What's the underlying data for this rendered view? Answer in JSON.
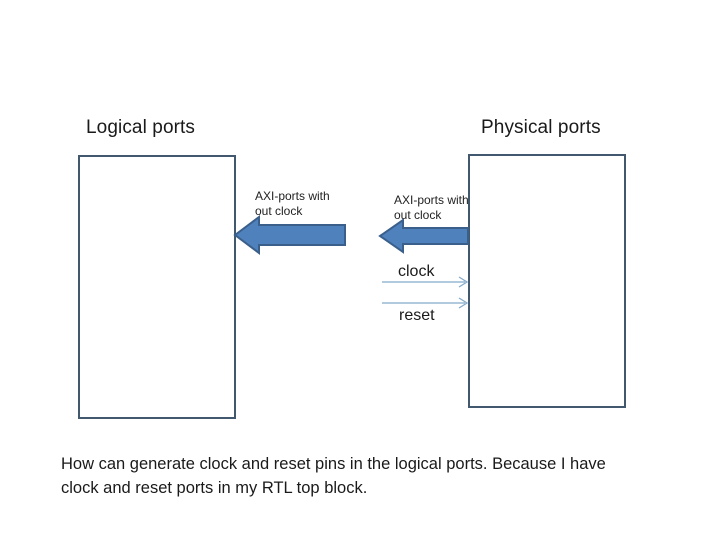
{
  "slide": {
    "titles": {
      "logical": "Logical ports",
      "physical": "Physical ports"
    },
    "boxes": {
      "logical_box": "logical-ports-box",
      "physical_box": "physical-ports-box"
    },
    "arrows": {
      "left_label": "AXI-ports with\nout clock",
      "right_label": "AXI-ports with\nout clock"
    },
    "signals": {
      "clock": "clock",
      "reset": "reset"
    },
    "caption": "How can generate clock and reset pins in the logical ports. Because I have\nclock and reset ports in my RTL top block."
  },
  "colors": {
    "background": "#FFFFFF",
    "box_border": "#41586F",
    "block_arrow_fill": "#4F81BD",
    "block_arrow_border": "#3A5F8B",
    "signal_line": "#85AAC9",
    "text": "#1A1A1A"
  }
}
